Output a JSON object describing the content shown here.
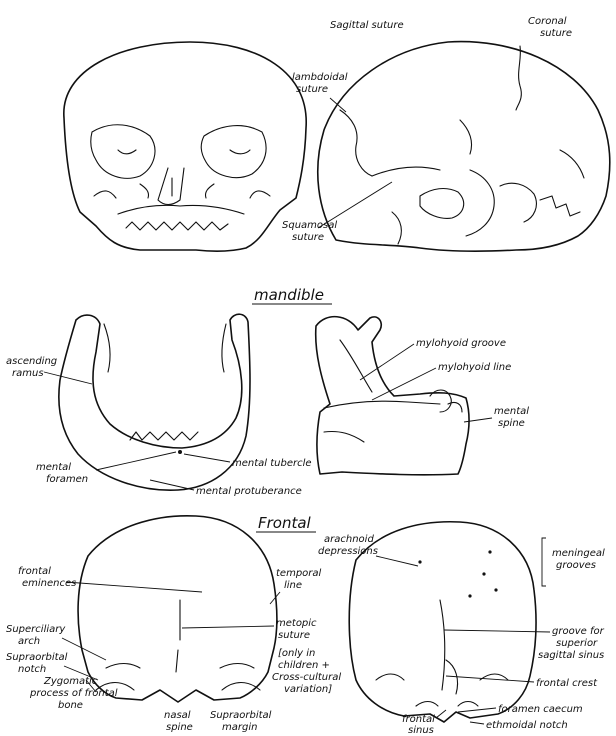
{
  "colors": {
    "ink": "#111111",
    "paper": "#ffffff"
  },
  "skull": {
    "sagittal_suture": "Sagittal suture",
    "coronal_suture": [
      "Coronal",
      "suture"
    ],
    "lambdoidal_suture": [
      "lambdoidal",
      "suture"
    ],
    "squamosal_suture": [
      "Squamosal",
      "suture"
    ]
  },
  "mandible": {
    "heading": "mandible",
    "ascending_ramus": [
      "ascending",
      "ramus"
    ],
    "mental_foramen": [
      "mental",
      "foramen"
    ],
    "mental_tubercle": "mental tubercle",
    "mental_protuberance": "mental protuberance",
    "mylohyoid_groove": "mylohyoid groove",
    "mylohyoid_line": "mylohyoid line",
    "mental_spine": [
      "mental",
      "spine"
    ]
  },
  "frontal": {
    "heading": "Frontal",
    "frontal_eminences": [
      "frontal",
      "eminences"
    ],
    "superciliary_arch": [
      "Superciliary",
      "arch"
    ],
    "supraorbital_notch": [
      "Supraorbital",
      "notch"
    ],
    "zygomatic_process": [
      "Zygomatic",
      "process of frontal",
      "bone"
    ],
    "nasal_spine": [
      "nasal",
      "spine"
    ],
    "supraorbital_margin": [
      "Supraorbital",
      "margin"
    ],
    "temporal_line": [
      "temporal",
      "line"
    ],
    "metopic_suture": [
      "metopic",
      "suture"
    ],
    "metopic_note": [
      "[only in",
      "children +",
      "Cross-cultural",
      "variation]"
    ],
    "arachnoid_depressions": [
      "arachnoid",
      "depressions"
    ],
    "meningeal_grooves": [
      "meningeal",
      "grooves"
    ],
    "groove_sagittal_sinus": [
      "groove for",
      "superior",
      "sagittal sinus"
    ],
    "frontal_crest": "frontal crest",
    "foramen_caecum": "foramen caecum",
    "ethmoidal_notch": "ethmoidal notch",
    "frontal_sinus": [
      "frontal",
      "sinus"
    ]
  }
}
